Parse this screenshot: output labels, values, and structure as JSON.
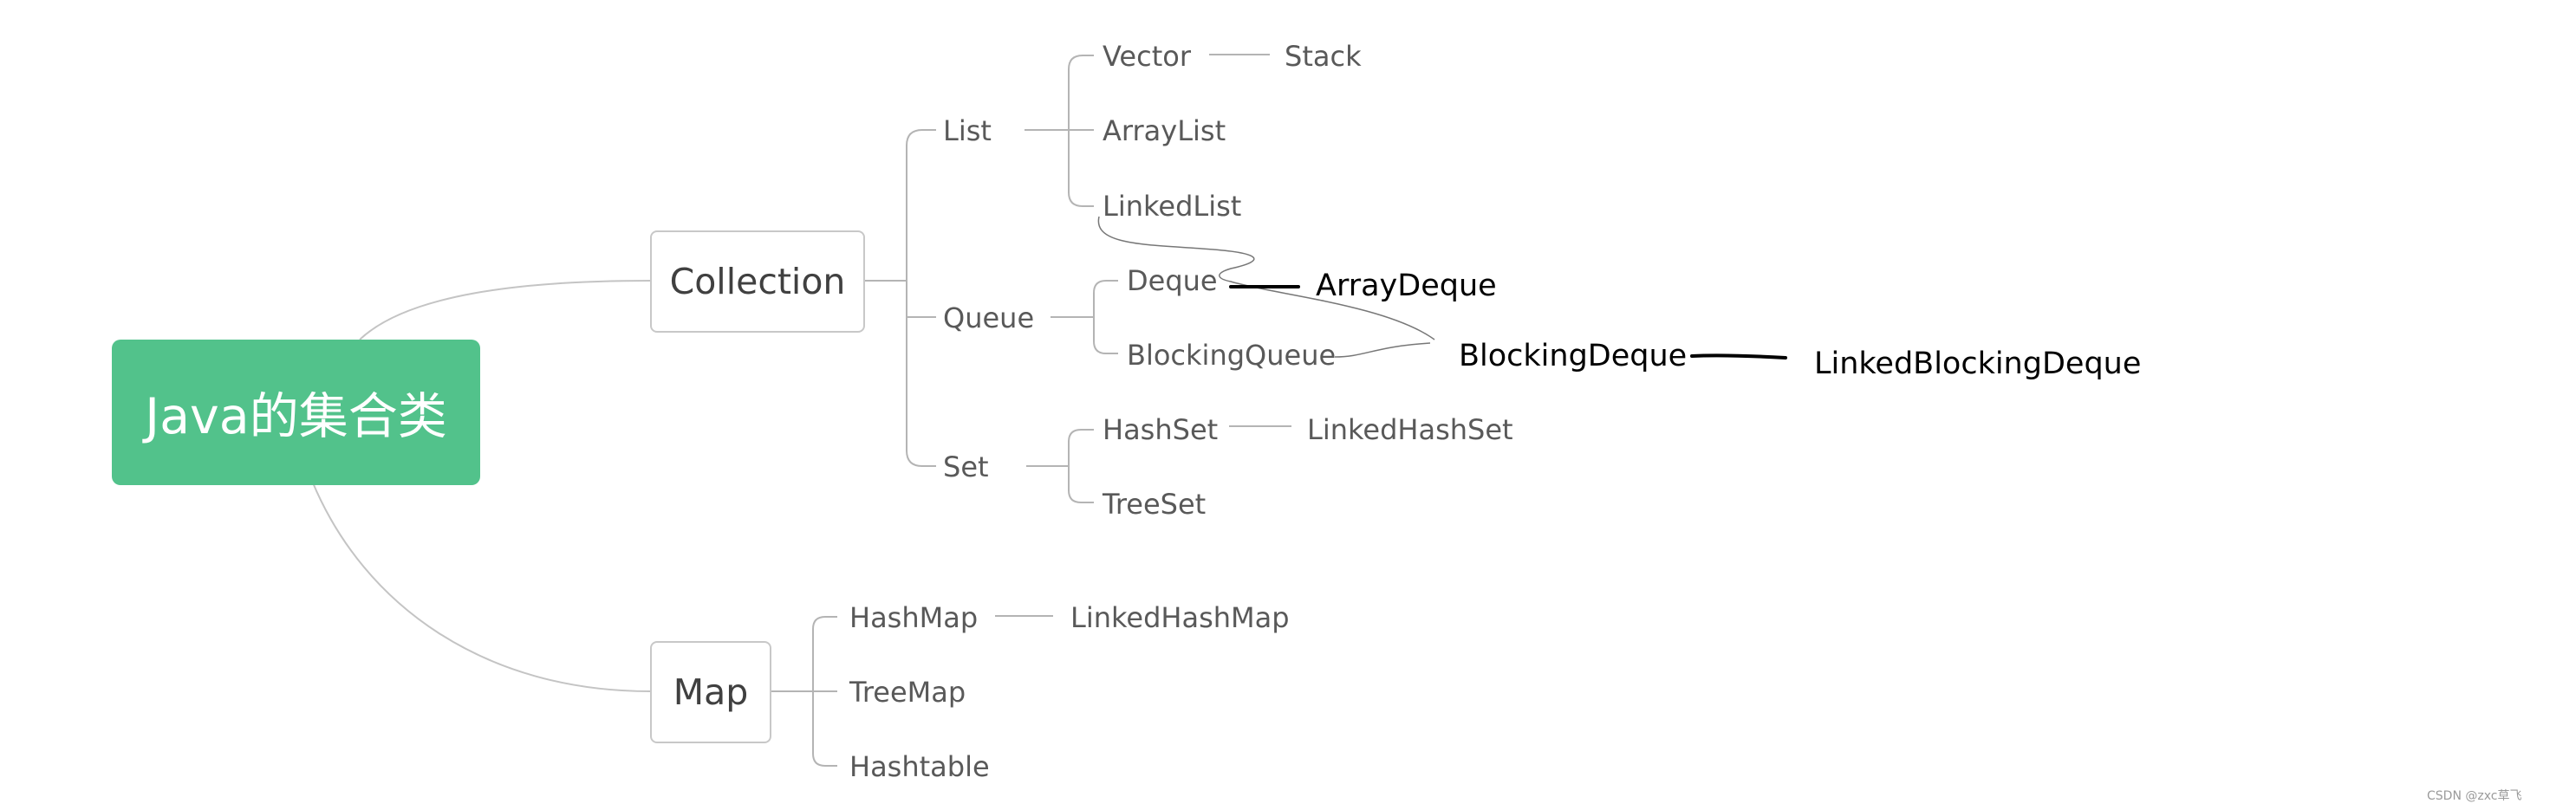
{
  "colors": {
    "root_bg": "#52c28b",
    "line": "#b4b4b4",
    "handwriting": "#000000"
  },
  "root": {
    "label": "Java的集合类"
  },
  "collection": {
    "label": "Collection",
    "list": {
      "label": "List",
      "children": [
        "Vector",
        "ArrayList",
        "LinkedList"
      ],
      "vector_child": "Stack"
    },
    "queue": {
      "label": "Queue",
      "children": [
        "Deque",
        "BlockingQueue"
      ]
    },
    "set": {
      "label": "Set",
      "children": [
        "HashSet",
        "TreeSet"
      ],
      "hashset_child": "LinkedHashSet"
    }
  },
  "map": {
    "label": "Map",
    "children": [
      "HashMap",
      "TreeMap",
      "Hashtable"
    ],
    "hashmap_child": "LinkedHashMap"
  },
  "annotations": {
    "deque_impl": "ArrayDeque",
    "blocking_deque": "BlockingDeque",
    "blocking_deque_impl": "LinkedBlockingDeque"
  },
  "watermark": "CSDN @zxc草飞"
}
